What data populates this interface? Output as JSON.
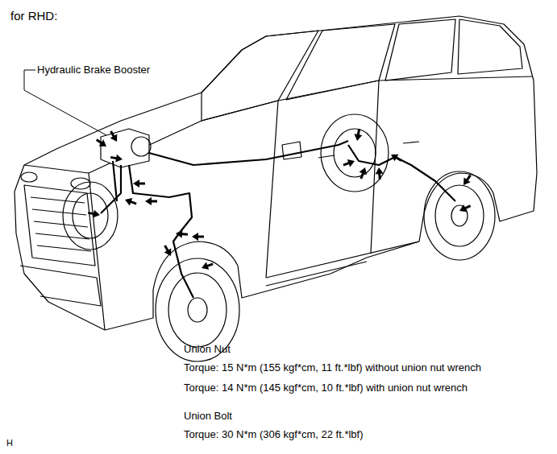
{
  "diagram": {
    "title": "for RHD:",
    "labels": [
      "Hydraulic Brake Booster",
      "Union Nut",
      "Torque: 15 N*m (155 kgf*cm, 11 ft.*lbf) without union nut wrench",
      "Torque: 14 N*m (145 kgf*cm, 10 ft.*lbf) with union nut wrench",
      "Union Bolt",
      "Torque: 30 N*m (306 kgf*cm, 22 ft.*lbf)",
      "H"
    ]
  }
}
